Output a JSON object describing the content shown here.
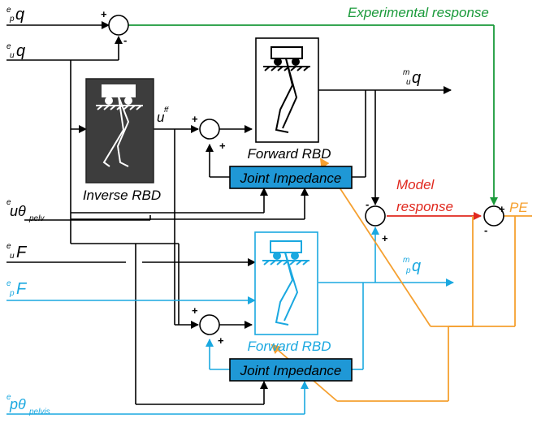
{
  "labels": {
    "epq_pre": "e",
    "epq_sub": "p",
    "epq_main": "q",
    "euq_pre": "e",
    "euq_sub": "u",
    "euq_main": "q",
    "euth_pre": "e",
    "euth_main": "uθ",
    "euth_sub": "pelv",
    "euF_pre": "e",
    "euF_sub": "u",
    "euF_main": "F",
    "epF_pre": "e",
    "epF_sub": "p",
    "epF_main": "F",
    "epth_pre": "e",
    "epth_main": "pθ",
    "epth_sub": "pelvis",
    "muq_pre": "m",
    "muq_sub": "u",
    "muq_main": "q",
    "mpq_pre": "m",
    "mpq_sub": "p",
    "mpq_main": "q",
    "uff_main": "u",
    "uff_sup": "ff",
    "experimental_response": "Experimental response",
    "model_response_1": "Model",
    "model_response_2": "response",
    "pe": "PE",
    "inverse_rbd": "Inverse RBD",
    "forward_rbd_top": "Forward RBD",
    "forward_rbd_bottom": "Forward RBD",
    "joint_impedance_top": "Joint  Impedance",
    "joint_impedance_bottom": "Joint  Impedance",
    "plus": "+",
    "minus": "-"
  },
  "colors": {
    "black": "#000000",
    "green": "#1a9a3a",
    "red": "#e0281e",
    "orange": "#f5a030",
    "blue": "#1aa8e0",
    "dark_box": "#3d3d3d",
    "impedance_fill": "#1f98d6"
  }
}
